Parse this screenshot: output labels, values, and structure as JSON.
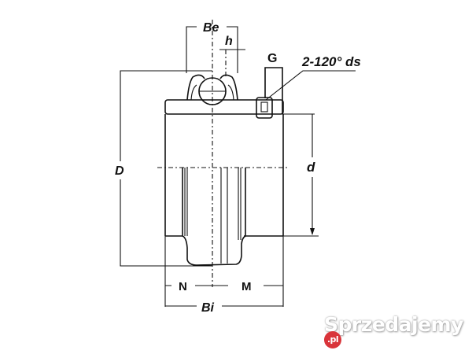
{
  "labels": {
    "Be": "Be",
    "h": "h",
    "G": "G",
    "ds": "2-120° ds",
    "D": "D",
    "d": "d",
    "N": "N",
    "M": "M",
    "Bi": "Bi"
  },
  "watermark": {
    "text": "Sprzedajemy",
    "suffix": ".pl",
    "accent": "#d9343a"
  }
}
